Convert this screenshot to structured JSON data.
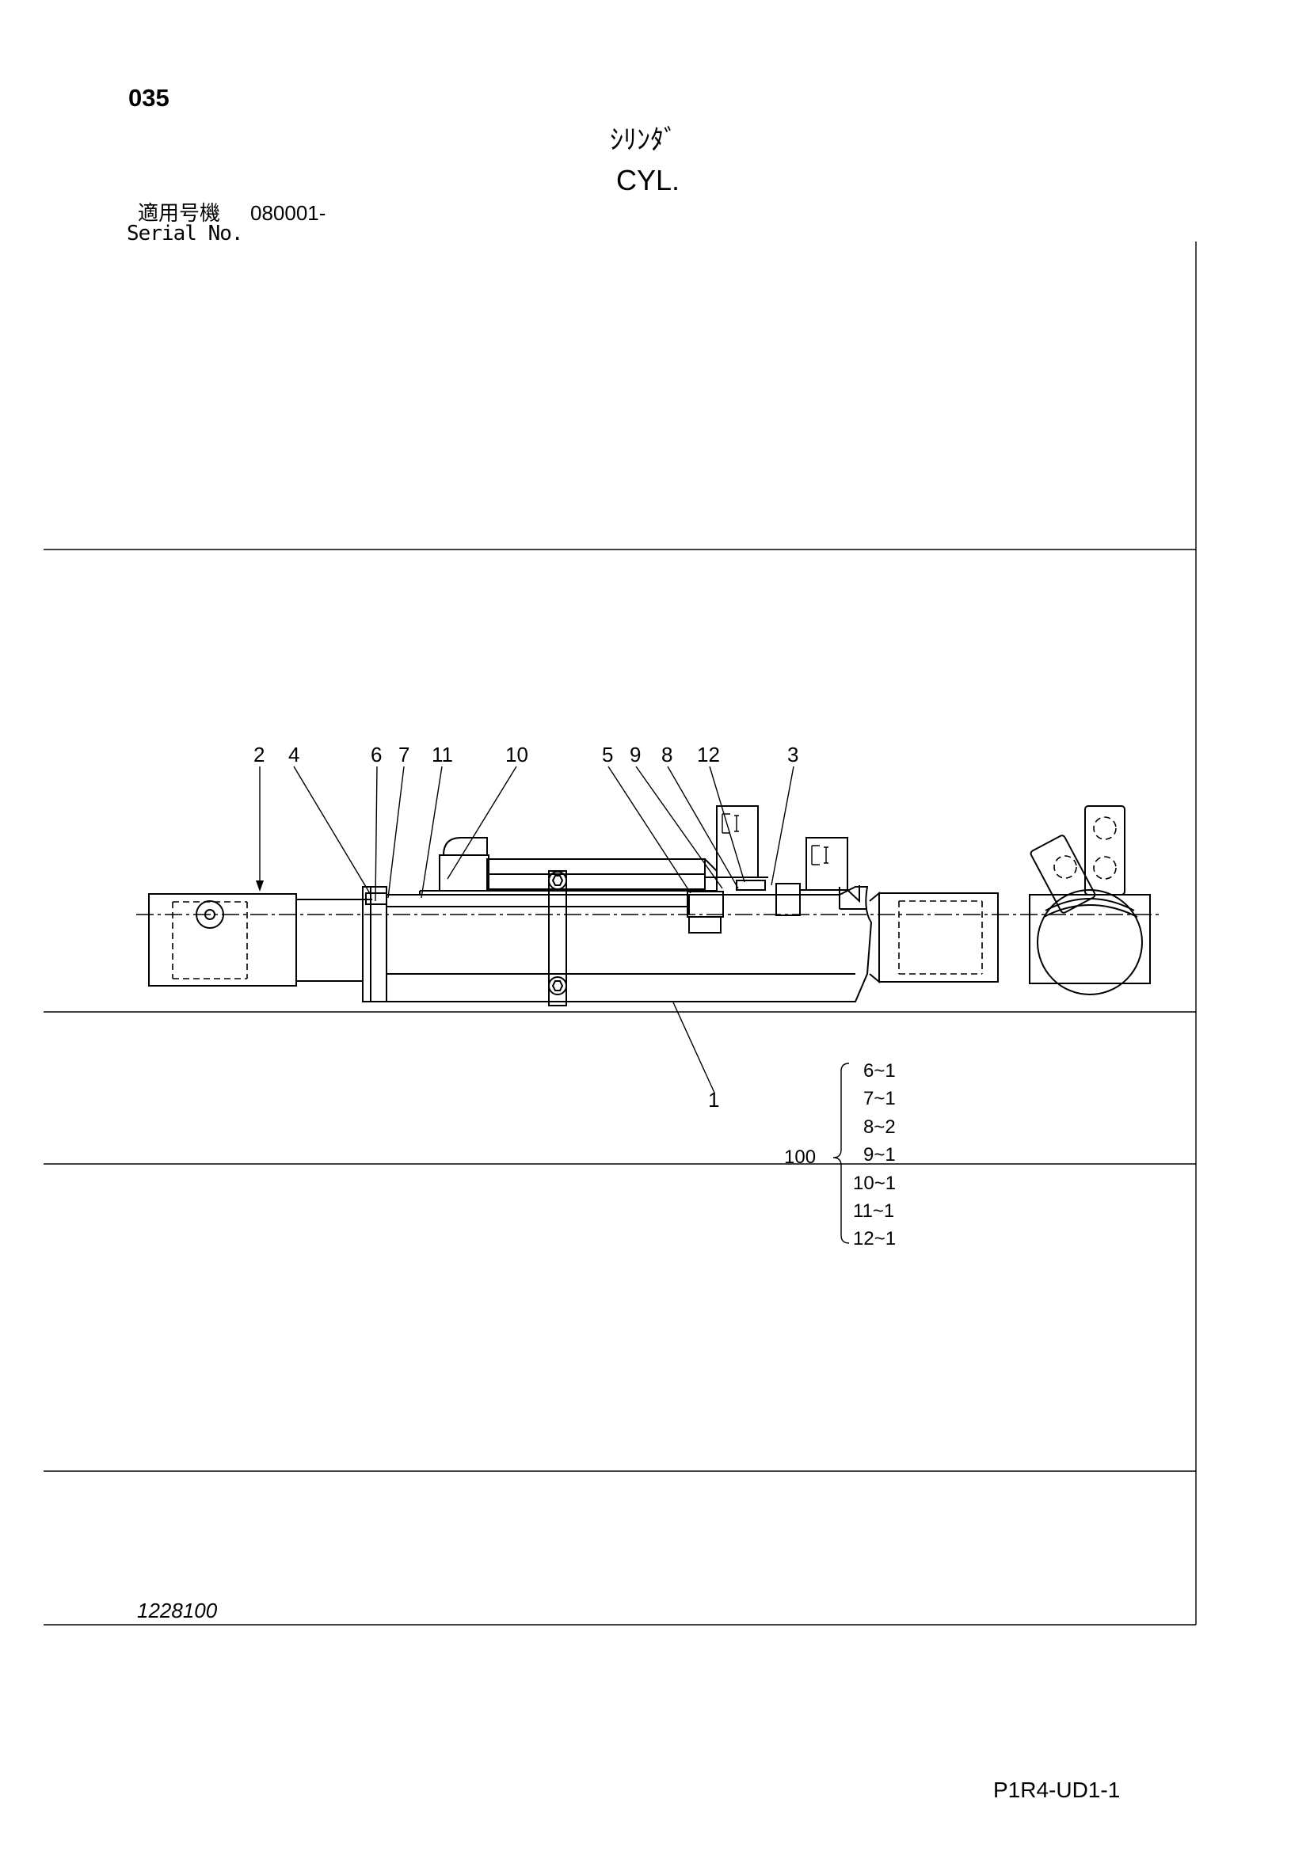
{
  "header": {
    "page_number": "035",
    "title_jp": "ｼﾘﾝﾀﾞ",
    "title_en": "CYL.",
    "serial_label_jp": "適用号機",
    "serial_value": "080001-",
    "serial_label_en": "Serial No."
  },
  "diagram": {
    "callouts_top": [
      "2",
      "4",
      "6",
      "7",
      "11",
      "10",
      "5",
      "9",
      "8",
      "12",
      "3"
    ],
    "callout_bottom": "1",
    "kit": {
      "label": "100",
      "items": [
        "6~1",
        "7~1",
        "8~2",
        "9~1",
        "10~1",
        "11~1",
        "12~1"
      ]
    }
  },
  "footer": {
    "drawing_number": "1228100",
    "document_code": "P1R4-UD1-1"
  }
}
